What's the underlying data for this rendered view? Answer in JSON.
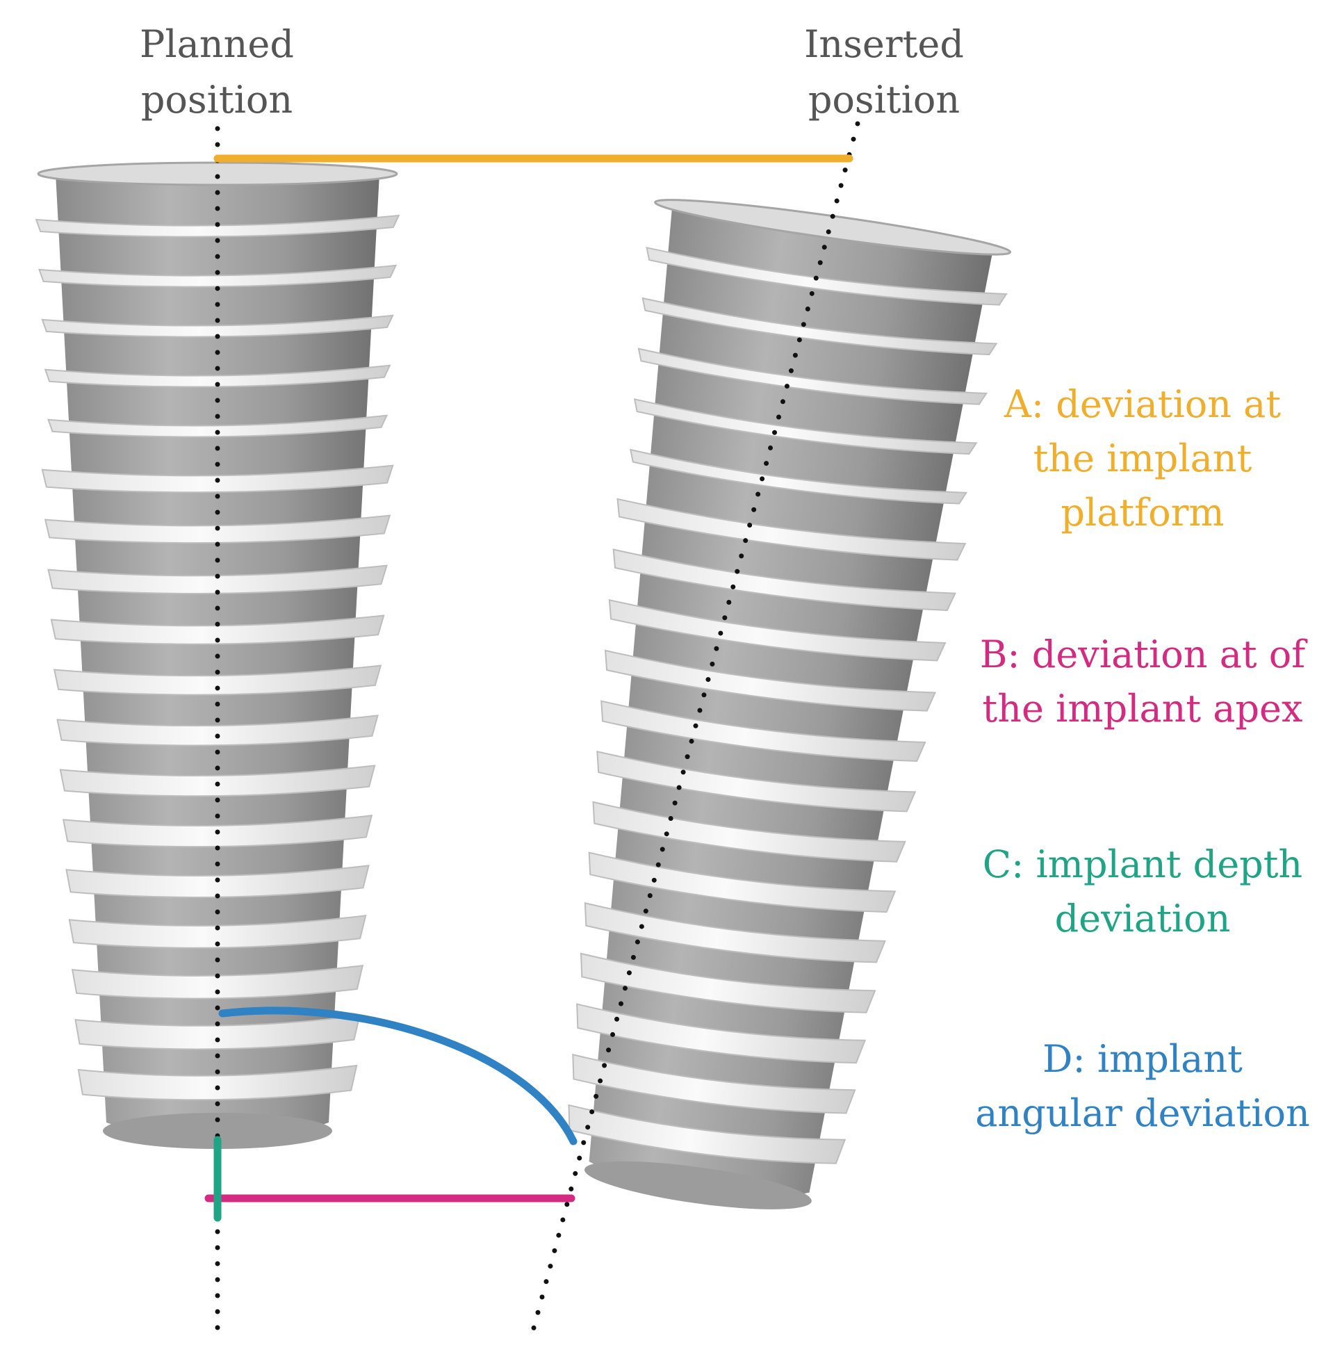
{
  "labels": {
    "planned_line1": "Planned",
    "planned_line2": "position",
    "inserted_line1": "Inserted",
    "inserted_line2": "position"
  },
  "legend": {
    "a": {
      "line1": "A: deviation at",
      "line2": "the implant",
      "line3": "platform",
      "color": "#F0AE2A"
    },
    "b": {
      "line1": "B: deviation at of",
      "line2": "the implant apex",
      "color": "#D42A82"
    },
    "c": {
      "line1": "C: implant depth",
      "line2": "deviation",
      "color": "#1FA585"
    },
    "d": {
      "line1": "D: implant",
      "line2": "angular deviation",
      "color": "#2F82C4"
    }
  },
  "colors": {
    "implant_body": "#9d9d9d",
    "implant_thread": "#ececec",
    "axis": "#111111"
  },
  "icons": {
    "planned_implant": "dental-implant-icon",
    "inserted_implant": "dental-implant-icon"
  }
}
